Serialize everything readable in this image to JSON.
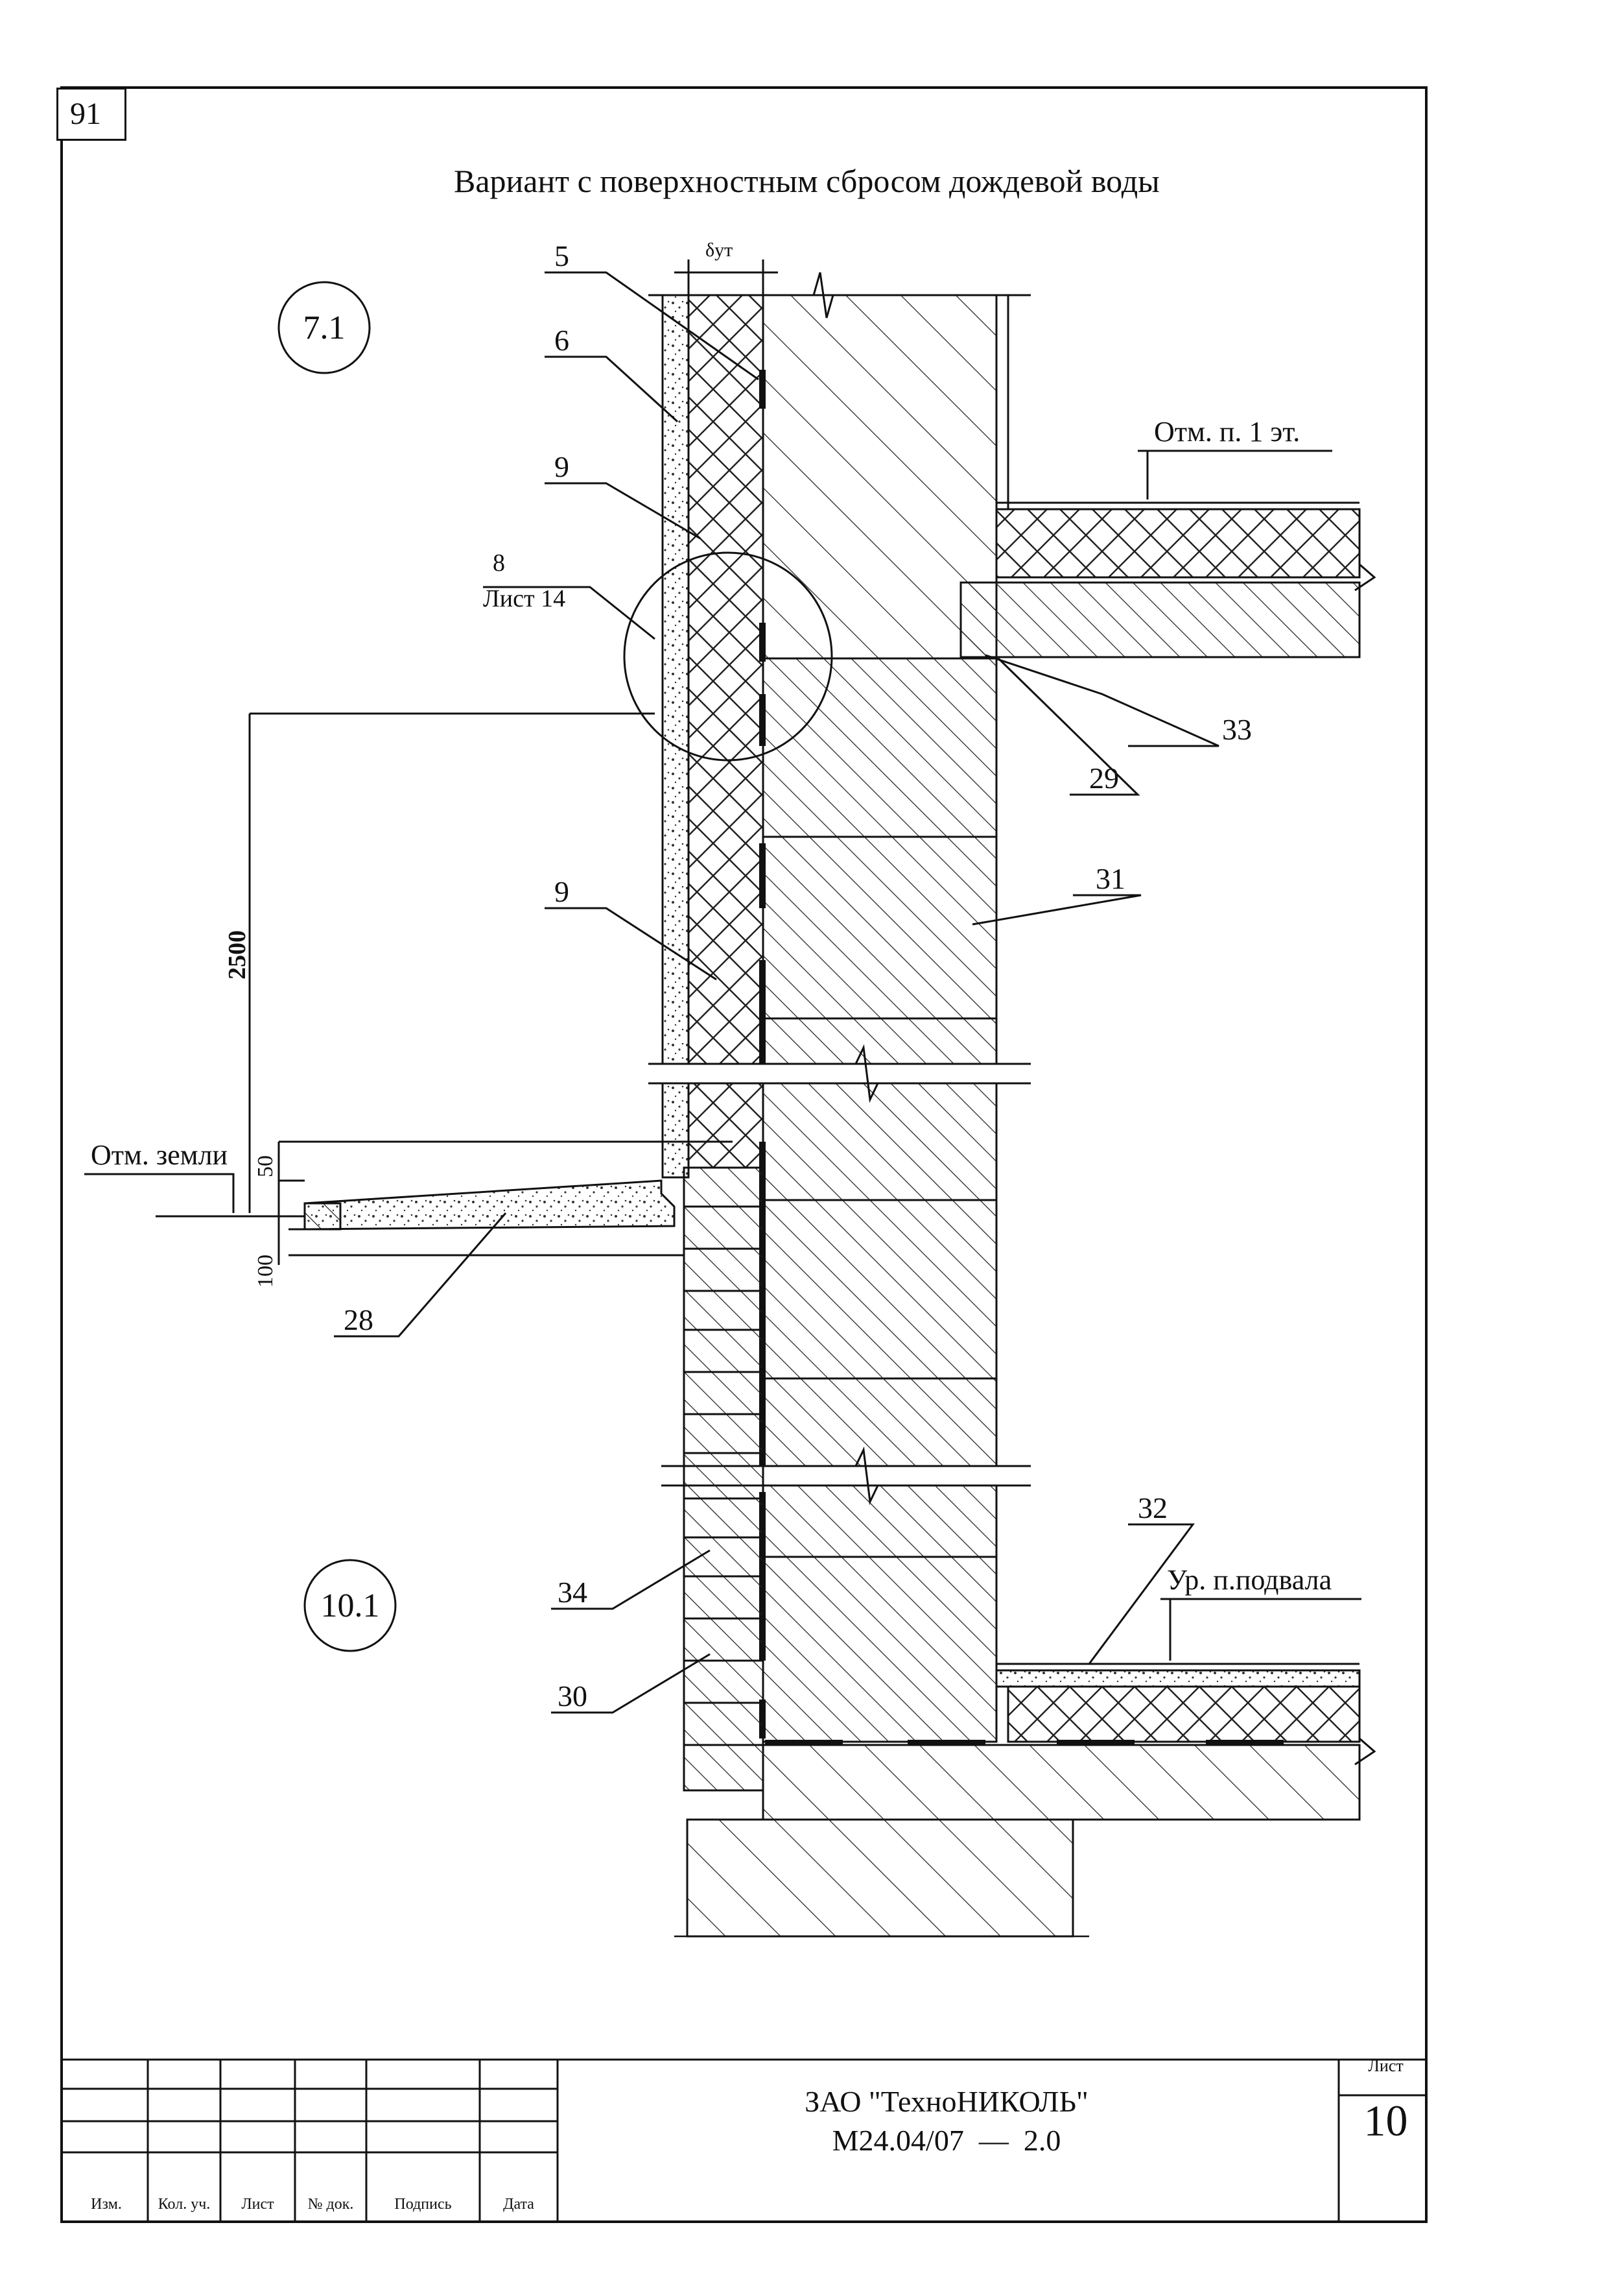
{
  "sheet_corner_number": "91",
  "title": "Вариант с поверхностным сбросом дождевой воды",
  "detail_markers": [
    "7.1",
    "10.1"
  ],
  "callouts": {
    "c5": "5",
    "c6": "6",
    "c9a": "9",
    "c9b": "9",
    "c8_num": "8",
    "c8_sheet": "Лист 14",
    "c33": "33",
    "c29": "29",
    "c31": "31",
    "c28": "28",
    "c34": "34",
    "c30": "30",
    "c32": "32"
  },
  "level_marks": {
    "first_floor": "Отм. п. 1 эт.",
    "ground": "Отм. земли",
    "basement": "Ур. п.подвала"
  },
  "dimensions": {
    "insulation_thickness": "δут",
    "height_2500": "2500",
    "gap_50": "50",
    "depth_100": "100"
  },
  "title_block": {
    "columns": [
      "Изм.",
      "Кол. уч.",
      "Лист",
      "№ док.",
      "Подпись",
      "Дата"
    ],
    "company": "ЗАО \"ТехноНИКОЛЬ\"",
    "document_code": "М24.04/07  —  2.0",
    "sheet_label": "Лист",
    "sheet_number": "10"
  },
  "colors": {
    "ink": "#111111",
    "paper": "#ffffff"
  }
}
